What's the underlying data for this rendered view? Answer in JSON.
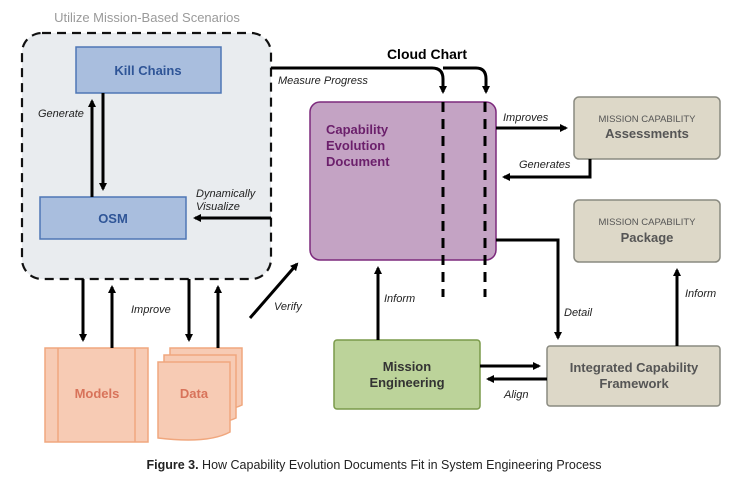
{
  "title": "Utilize Mission-Based Scenarios",
  "cloud_chart_label": "Cloud Chart",
  "nodes": {
    "kill_chains": "Kill Chains",
    "osm": "OSM",
    "models": "Models",
    "data": "Data",
    "ced_line1": "Capability",
    "ced_line2": "Evolution",
    "ced_line3": "Document",
    "assessments_small": "MISSION CAPABILITY",
    "assessments_big": "Assessments",
    "package_small": "MISSION CAPABILITY",
    "package_big": "Package",
    "mission_line1": "Mission",
    "mission_line2": "Engineering",
    "icf_line1": "Integrated Capability",
    "icf_line2": "Framework"
  },
  "edges": {
    "generate": "Generate",
    "dyn_line1": "Dynamically",
    "dyn_line2": "Visualize",
    "measure_progress": "Measure Progress",
    "improves": "Improves",
    "generates": "Generates",
    "improve": "Improve",
    "verify": "Verify",
    "inform_left": "Inform",
    "detail": "Detail",
    "inform_right": "Inform",
    "align": "Align"
  },
  "caption": {
    "label": "Figure 3.",
    "text": "How Capability Evolution Documents Fit in System Engineering Process"
  },
  "colors": {
    "blue_fill": "#a9bede",
    "blue_stroke": "#4f76b5",
    "blue_text": "#2f5597",
    "orange_fill": "#f7cbb4",
    "orange_stroke": "#f0a77e",
    "orange_text": "#d8735a",
    "purple_fill": "#c4a3c4",
    "purple_stroke": "#7d2a7d",
    "purple_text": "#6b1f6b",
    "tan_fill": "#ddd8c8",
    "tan_stroke": "#8a8a80",
    "green_fill": "#bcd39a",
    "green_stroke": "#7a9a4a",
    "panel_fill": "#e9ecef"
  }
}
